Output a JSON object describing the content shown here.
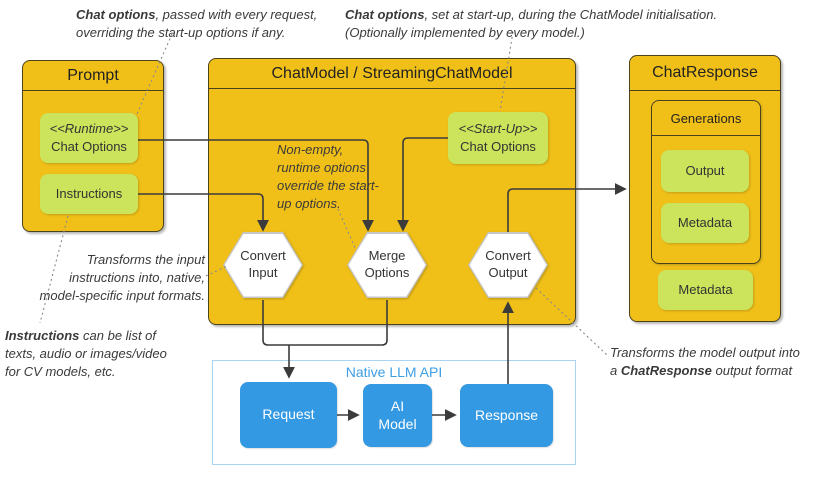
{
  "prompt": {
    "title": "Prompt",
    "runtime": {
      "stereotype": "<<Runtime>>",
      "label": "Chat Options"
    },
    "instructions": "Instructions"
  },
  "chat_model": {
    "title": "ChatModel / StreamingChatModel",
    "note": "Non-empty, runtime options override the start-up options.",
    "startup": {
      "stereotype": "<<Start-Up>>",
      "label": "Chat Options"
    },
    "hexagons": {
      "convert_input": "Convert Input",
      "merge_options": "Merge Options",
      "convert_output": "Convert Output"
    }
  },
  "chat_response": {
    "title": "ChatResponse",
    "generations_title": "Generations",
    "output": "Output",
    "metadata_inner": "Metadata",
    "metadata_outer": "Metadata"
  },
  "native_api": {
    "title": "Native LLM API",
    "request": "Request",
    "ai_model": "AI Model",
    "response": "Response"
  },
  "annotations": {
    "runtime_note": {
      "bold": "Chat options",
      "rest": ", passed with every  request,",
      "line2": "overriding the start-up options if any."
    },
    "startup_note": {
      "bold": "Chat options",
      "rest": ", set at start-up, during  the ChatModel initialisation.",
      "line2": "(Optionally implemented by every model.)"
    },
    "transform_input_note": "Transforms the input instructions into, native, model-specific input formats.",
    "instructions_note": {
      "bold": "Instructions",
      "rest": " can be list of texts, audio or images/video for CV models, etc."
    },
    "transform_output_note": {
      "pre": "Transforms the model output into  a ",
      "bold": "ChatResponse",
      "post": " output format"
    }
  },
  "colors": {
    "box_yellow": "#F0C019",
    "box_green": "#CBE45B",
    "box_blue": "#3499E3",
    "native_border_blue": "#A9D3F0",
    "native_title_blue": "#3E9EE3",
    "connector_dark": "#3B3B3B",
    "dotted_gray": "#8A8A8A"
  }
}
